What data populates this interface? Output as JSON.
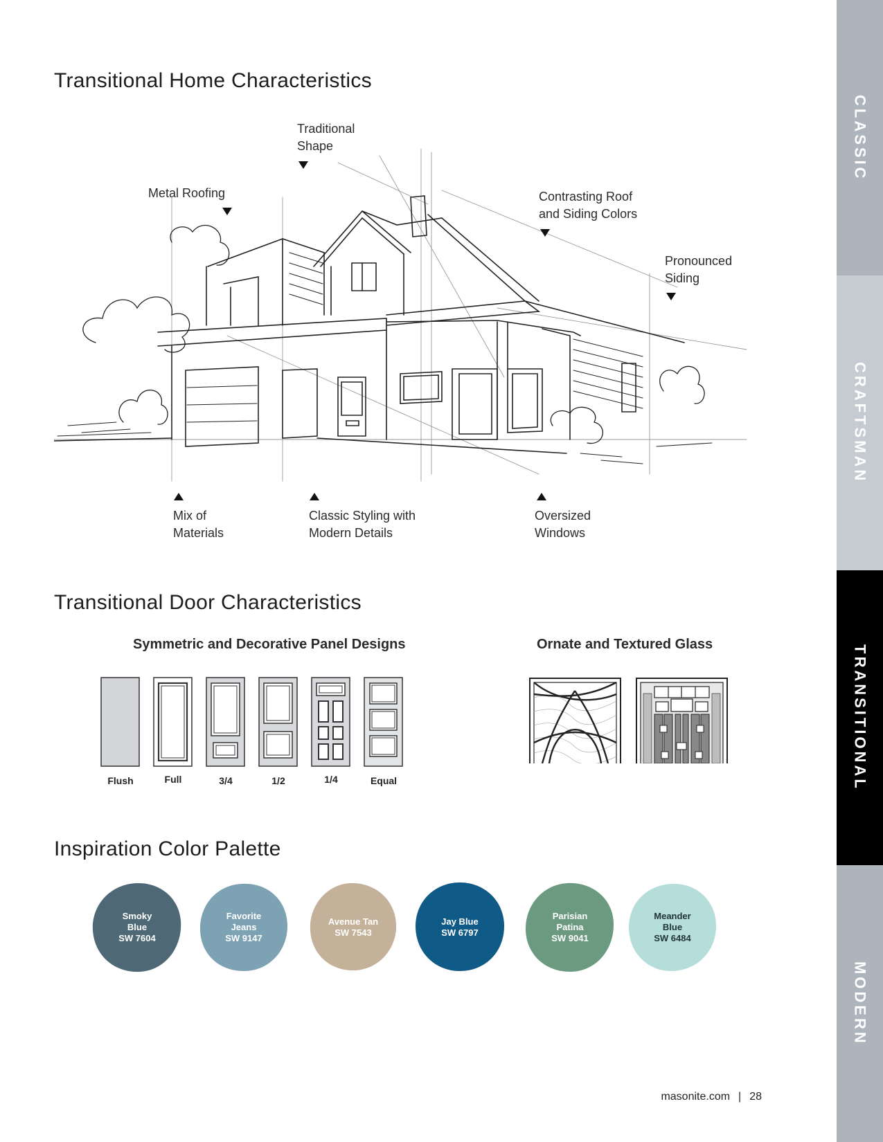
{
  "sections": {
    "home_title": "Transitional Home Characteristics",
    "door_title": "Transitional Door Characteristics",
    "palette_title": "Inspiration Color Palette"
  },
  "callouts": {
    "traditional_shape": [
      "Traditional",
      "Shape"
    ],
    "metal_roofing": [
      "Metal Roofing"
    ],
    "contrasting": [
      "Contrasting Roof",
      "and Siding Colors"
    ],
    "pronounced": [
      "Pronounced",
      "Siding"
    ],
    "mix": [
      "Mix of",
      "Materials"
    ],
    "classic": [
      "Classic Styling with",
      "Modern Details"
    ],
    "oversized": [
      "Oversized",
      "Windows"
    ]
  },
  "doors": {
    "panel_heading": "Symmetric and Decorative Panel Designs",
    "glass_heading": "Ornate and Textured Glass",
    "labels": [
      "Flush",
      "Full",
      "3/4",
      "1/2",
      "1/4",
      "Equal"
    ]
  },
  "palette": [
    {
      "lines": [
        "Smoky",
        "Blue",
        "SW 7604"
      ],
      "color": "#4e6975"
    },
    {
      "lines": [
        "Favorite",
        "Jeans",
        "SW 9147"
      ],
      "color": "#7ca2b3"
    },
    {
      "lines": [
        "Avenue Tan",
        "SW 7543"
      ],
      "color": "#c4b19a"
    },
    {
      "lines": [
        "Jay Blue",
        "SW 6797"
      ],
      "color": "#0f5a86"
    },
    {
      "lines": [
        "Parisian",
        "Patina",
        "SW 9041"
      ],
      "color": "#6c9a80"
    },
    {
      "lines": [
        "Meander",
        "Blue",
        "SW 6484"
      ],
      "color": "#b5ddda"
    }
  ],
  "side_tabs": [
    {
      "label": "CLASSIC",
      "color": "#aeb4bb"
    },
    {
      "label": "CRAFTSMAN",
      "color": "#c6cbd1"
    },
    {
      "label": "TRANSITIONAL",
      "color": "#000000"
    },
    {
      "label": "MODERN",
      "color": "#aeb4bb"
    }
  ],
  "footer": {
    "site": "masonite.com",
    "page": "28"
  }
}
